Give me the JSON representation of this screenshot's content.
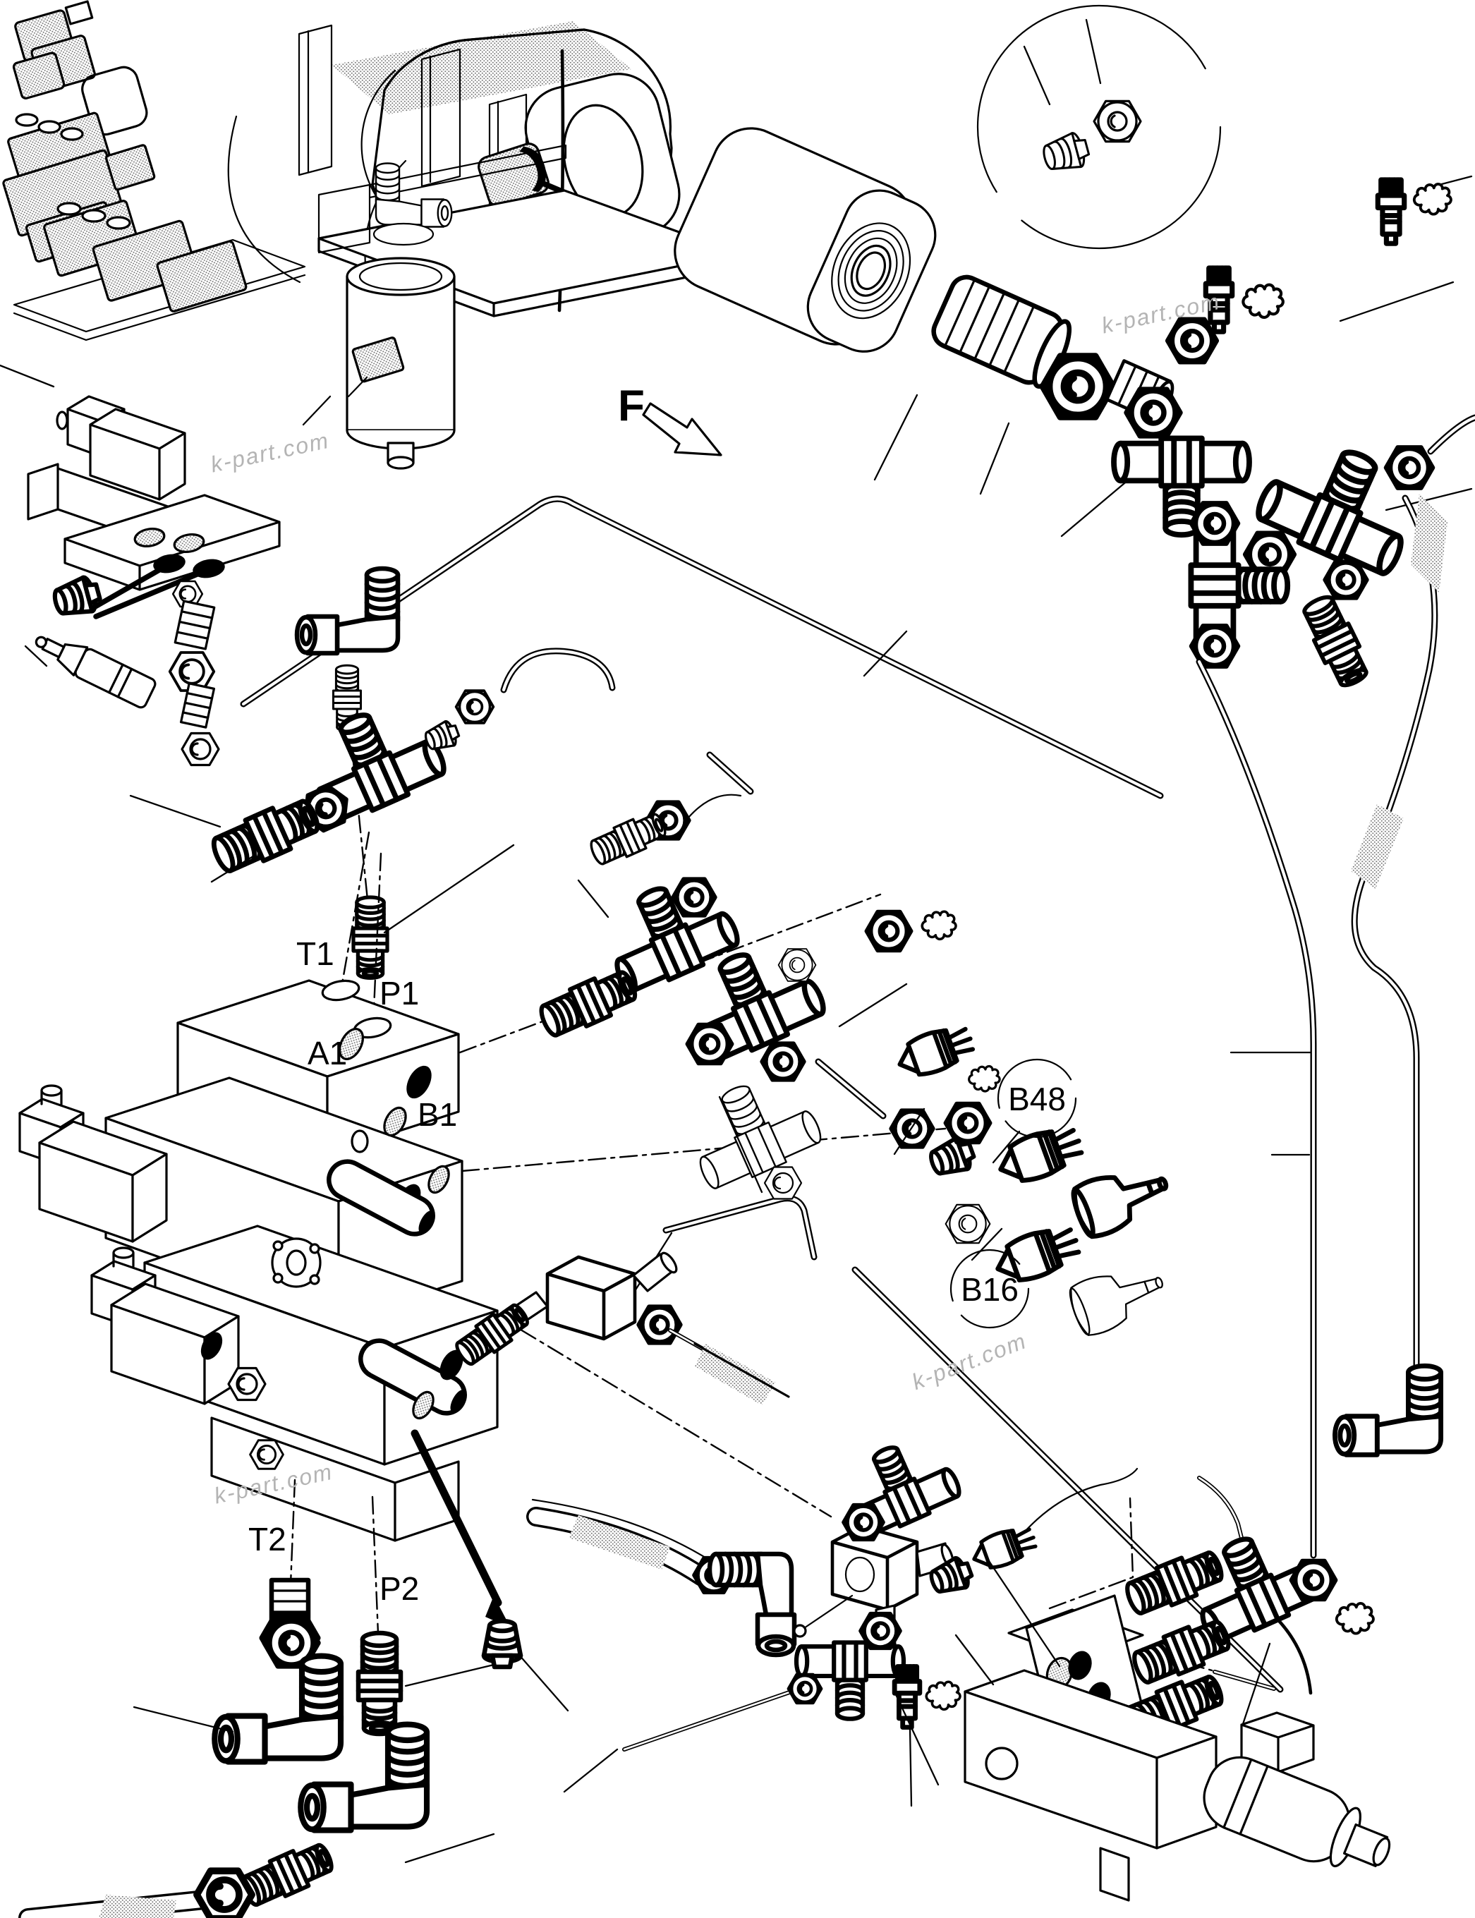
{
  "labels": {
    "f": "F",
    "t1": "T1",
    "p1": "P1",
    "a1": "A1",
    "b1": "B1",
    "b48": "B48",
    "b16": "B16",
    "t2": "T2",
    "p2": "P2"
  },
  "watermark": {
    "text": "k-part.com"
  },
  "colors": {
    "line": "#000000",
    "background": "#ffffff",
    "watermark": "#b4b4b4",
    "port_fill": "#000000",
    "shade_dot": "#777777"
  }
}
